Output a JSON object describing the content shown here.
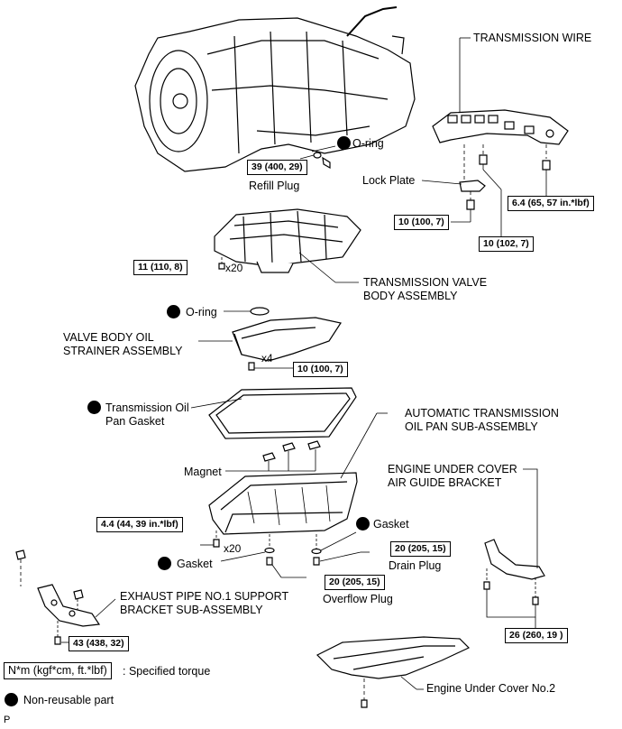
{
  "labels": {
    "o_ring_top": "O-ring",
    "refill_plug": "Refill Plug",
    "transmission_wire": "TRANSMISSION WIRE",
    "lock_plate": "Lock Plate",
    "valve_body_1": "TRANSMISSION VALVE",
    "valve_body_2": "BODY ASSEMBLY",
    "o_ring_mid": "O-ring",
    "strainer_1": "VALVE BODY OIL",
    "strainer_2": "STRAINER ASSEMBLY",
    "pan_gasket_1": "Transmission Oil",
    "pan_gasket_2": "Pan Gasket",
    "oil_pan_1": "AUTOMATIC TRANSMISSION",
    "oil_pan_2": "OIL PAN SUB-ASSEMBLY",
    "magnet": "Magnet",
    "guide_bracket_1": "ENGINE UNDER COVER",
    "guide_bracket_2": "AIR GUIDE BRACKET",
    "gasket_right": "Gasket",
    "gasket_left": "Gasket",
    "drain_plug": "Drain Plug",
    "overflow_plug": "Overflow Plug",
    "exhaust_1": "EXHAUST PIPE NO.1 SUPPORT",
    "exhaust_2": "BRACKET SUB-ASSEMBLY",
    "under_cover": "Engine Under Cover No.2"
  },
  "counts": {
    "x20_valve": "x20",
    "x4_strainer": "x4",
    "x20_pan": "x20"
  },
  "torques": {
    "refill": "39 (400, 29)",
    "wire_bolt": "6.4 (65, 57 in.*lbf)",
    "lock_plate": "10 (100, 7)",
    "wire_clamp": "10 (102, 7)",
    "valve_body": "11 (110, 8)",
    "strainer": "10 (100, 7)",
    "oil_pan": "4.4 (44, 39 in.*lbf)",
    "drain": "20 (205, 15)",
    "overflow": "20 (205, 15)",
    "exhaust": "43 (438, 32)",
    "guide_bracket": "26 (260, 19 )"
  },
  "legend": {
    "torque_unit": "N*m (kgf*cm, ft.*lbf)",
    "torque_desc": ": Specified torque",
    "non_reusable": "Non-reusable part"
  },
  "footer": {
    "code": "P"
  }
}
